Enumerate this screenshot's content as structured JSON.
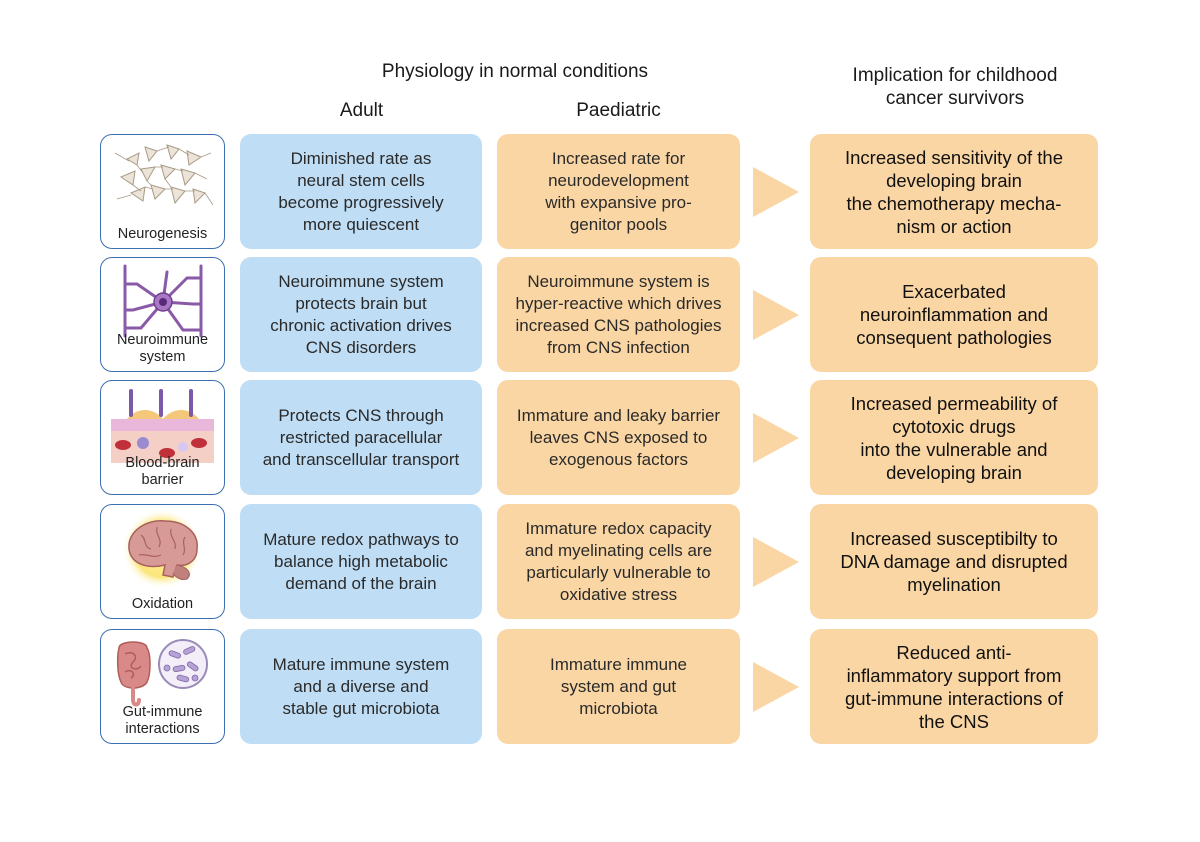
{
  "headers": {
    "physiology": "Physiology in normal conditions",
    "implication": "Implication for childhood\ncancer survivors",
    "adult": "Adult",
    "paediatric": "Paediatric"
  },
  "colors": {
    "adult_box": "#bfddf4",
    "paediatric_box": "#fad6a4",
    "implication_box": "#fad6a4",
    "arrow": "#fad6a4",
    "icon_border": "#3c6fb1"
  },
  "rows": [
    {
      "icon": "neurogenesis-cells-icon",
      "label": "Neurogenesis",
      "adult": "Diminished rate as\nneural stem cells\nbecome progressively\nmore quiescent",
      "paediatric": "Increased rate for\nneurodevelopment\nwith expansive pro-\ngenitor pools",
      "implication": "Increased sensitivity of the\ndeveloping brain\nthe chemotherapy mecha-\nnism or action"
    },
    {
      "icon": "neuroimmune-glia-icon",
      "label": "Neuroimmune\nsystem",
      "adult": "Neuroimmune system\nprotects brain but\nchronic activation drives\nCNS disorders",
      "paediatric": "Neuroimmune system is\nhyper-reactive which drives\nincreased CNS pathologies\nfrom CNS infection",
      "implication": "Exacerbated\nneuroinflammation and\nconsequent pathologies"
    },
    {
      "icon": "blood-brain-barrier-icon",
      "label": "Blood-brain\nbarrier",
      "adult": "Protects CNS through\nrestricted paracellular\nand transcellular transport",
      "paediatric": "Immature and leaky barrier\nleaves CNS exposed to\nexogenous factors",
      "implication": "Increased permeability of\ncytotoxic drugs\ninto the vulnerable and\ndeveloping brain"
    },
    {
      "icon": "brain-oxidation-icon",
      "label": "Oxidation",
      "adult": "Mature redox pathways to\nbalance high metabolic\ndemand of the brain",
      "paediatric": "Immature redox capacity\nand myelinating cells are\nparticularly vulnerable to\noxidative stress",
      "implication": "Increased susceptibilty to\nDNA damage and disrupted\nmyelination"
    },
    {
      "icon": "gut-microbiota-icon",
      "label": "Gut-immune\ninteractions",
      "adult": "Mature immune system\nand a diverse and\nstable gut microbiota",
      "paediatric": "Immature immune\nsystem and gut\nmicrobiota",
      "implication": "Reduced anti-\ninflammatory support from\ngut-immune interactions of\nthe CNS"
    }
  ]
}
